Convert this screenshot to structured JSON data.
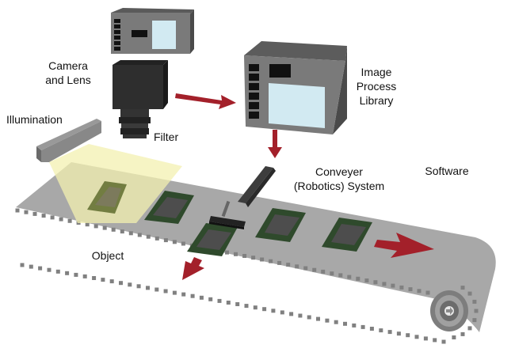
{
  "diagram": {
    "title": "Machine vision system",
    "labels": {
      "camera_line1": "Camera",
      "camera_line2": "and Lens",
      "illumination": "Illumination",
      "filter": "Filter",
      "image_line1": "Image",
      "image_line2": "Process",
      "image_line3": "Library",
      "conveyer_line1": "Conveyer",
      "conveyer_line2": "(Robotics) System",
      "software": "Software",
      "object": "Object"
    },
    "colors": {
      "arrow": "#a3202a",
      "device_gray": "#7a7a7a",
      "device_dark": "#4a4a4a",
      "screen": "#d2eaf2",
      "belt": "#a8a8a8",
      "object_frame": "#2f4a2c",
      "object_core": "#4d4d4d",
      "light": "#f3f0b0"
    },
    "objects_on_belt": 5
  }
}
